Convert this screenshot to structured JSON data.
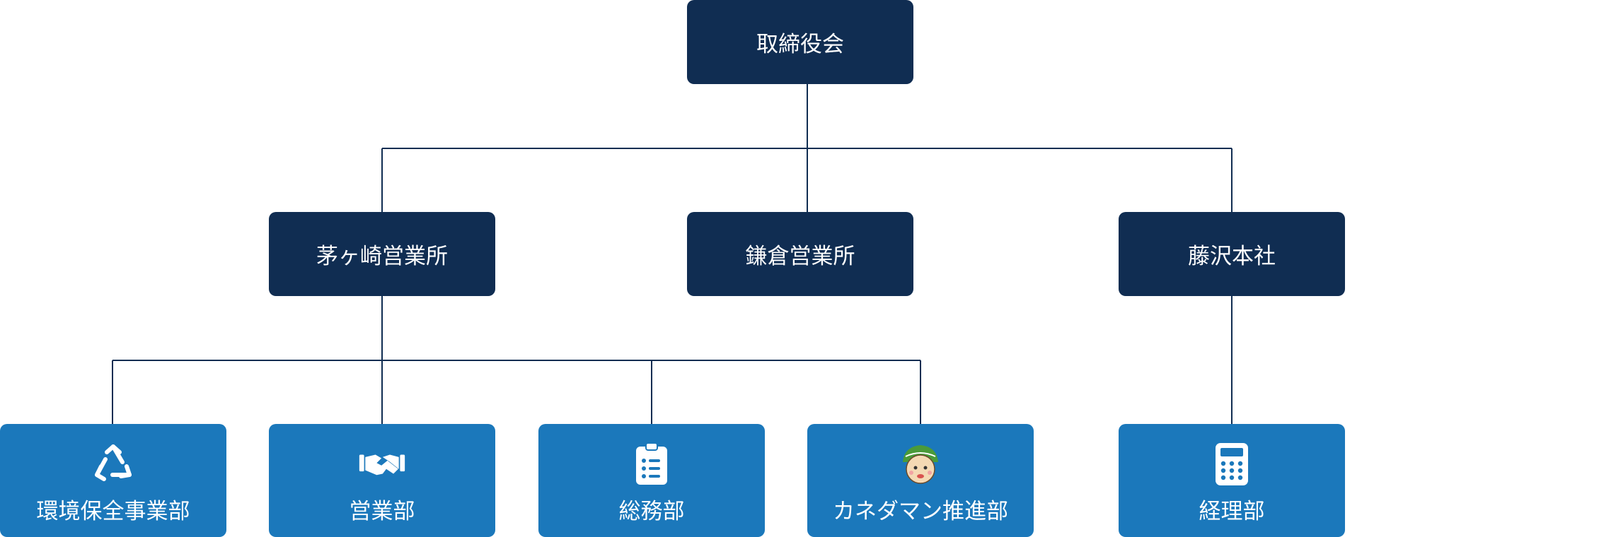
{
  "board": {
    "label": "取締役会"
  },
  "offices": [
    {
      "label": "茅ヶ崎営業所"
    },
    {
      "label": "鎌倉営業所"
    },
    {
      "label": "藤沢本社"
    }
  ],
  "departments": [
    {
      "label": "環境保全事業部",
      "icon": "recycle-icon"
    },
    {
      "label": "営業部",
      "icon": "handshake-icon"
    },
    {
      "label": "総務部",
      "icon": "clipboard-list-icon"
    },
    {
      "label": "カネダマン推進部",
      "icon": "mascot-face-icon"
    },
    {
      "label": "経理部",
      "icon": "calculator-icon"
    }
  ],
  "colors": {
    "dark_node": "#102d52",
    "dept_node": "#1b78bb",
    "connector": "#102d52"
  }
}
